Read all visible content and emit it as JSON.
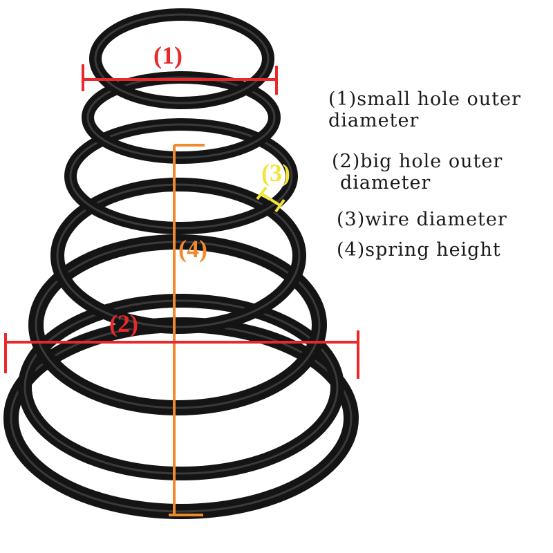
{
  "markers": {
    "m1": "(1)",
    "m2": "(2)",
    "m3": "(3)",
    "m4": "(4)"
  },
  "legend": [
    {
      "line1": "(1)small hole outer",
      "line2": "diameter"
    },
    {
      "line1": "(2)big hole outer",
      "line2": "diameter"
    },
    {
      "line1": "(3)wire diameter"
    },
    {
      "line1": "(4)spring height"
    }
  ],
  "colors": {
    "background": "#ffffff",
    "spring": "#141414",
    "spring_highlight": "#3a3a3a",
    "diameter_lines": "#e8282a",
    "diameter_labels": "#e8282a",
    "height_line": "#f08a2c",
    "wire_marker": "#f2e43a",
    "text": "#1a1a1a"
  },
  "icons": {
    "spring": "conical-compression-spring-photo"
  }
}
